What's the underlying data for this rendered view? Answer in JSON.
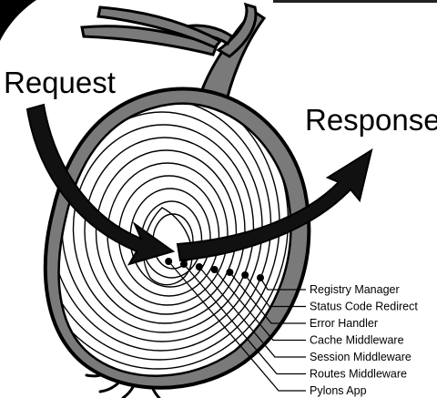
{
  "diagram": {
    "request_label": "Request",
    "response_label": "Response",
    "layers": [
      "Registry Manager",
      "Status Code Redirect",
      "Error Handler",
      "Cache Middleware",
      "Session Middleware",
      "Routes Middleware",
      "Pylons App"
    ],
    "colors": {
      "ink": "#000000",
      "skin": "#7a7a7a",
      "flesh": "#ffffff",
      "arrow": "#111111"
    }
  }
}
